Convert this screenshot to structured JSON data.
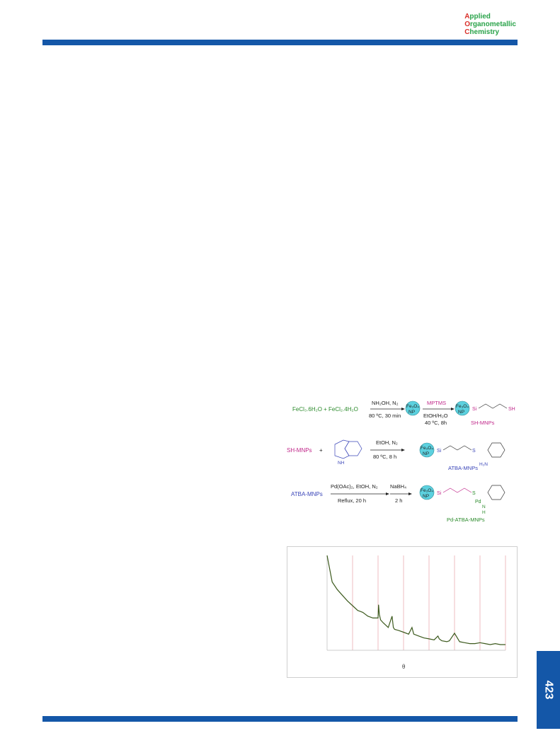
{
  "header": {
    "journal_logo": [
      "Applied",
      "Organometallic",
      "Chemistry"
    ]
  },
  "scheme": {
    "row1": {
      "reactants": "FeCl₃.6H₂O + FeCl₂.4H₂O",
      "step1_top": "NH₂OH, N₂",
      "step1_bottom": "80 ºC, 30 min",
      "np_label_top": "Fe₃O₄",
      "np_label_bottom": "NP",
      "step2_top": "MPTMS",
      "step2_bottom1": "EtOH/H₂O",
      "step2_bottom2": "40 ºC, 8h",
      "product_label": "SH-MNPs",
      "sh": "SH",
      "si": "Si"
    },
    "row2": {
      "reactant": "SH-MNPs",
      "plus": "+",
      "step_top": "EtOH, N₂",
      "step_bottom": "80 ºC, 8 h",
      "product_label": "ATBA-MNPs",
      "amine": "H₂N",
      "s": "S",
      "nh": "NH"
    },
    "row3": {
      "reactant": "ATBA-MNPs",
      "step1_top": "Pd(OAc)₂, EtOH, N₂",
      "step1_bottom": "Reflux, 20 h",
      "step2_top": "NaBH₄",
      "step2_bottom": "2 h",
      "pd": "Pd",
      "nh": "N",
      "h": "H",
      "product_label": "Pd-ATBA-MNPs"
    }
  },
  "figure": {
    "xlabel": "θ"
  },
  "chart_data": {
    "type": "line",
    "title": "",
    "xlabel": "θ",
    "ylabel": "",
    "grid": "vertical lines",
    "series": [
      {
        "color": "#3d5a1e",
        "x": [
          10,
          12,
          14,
          16,
          18,
          20,
          22,
          24,
          26,
          28,
          30,
          30.2,
          30.5,
          31,
          32,
          34,
          35.5,
          36,
          36.5,
          38,
          40,
          42,
          43.3,
          44,
          46,
          48,
          50,
          52,
          53.5,
          54,
          55,
          57,
          58,
          60,
          62,
          64,
          66,
          68,
          70,
          72,
          74,
          76,
          78,
          80
        ],
        "y": [
          100,
          72,
          64,
          58,
          52,
          47,
          42,
          40,
          36,
          34,
          34,
          48,
          38,
          32,
          29,
          24,
          36,
          24,
          22,
          21,
          19,
          17,
          24,
          17,
          15,
          13,
          12,
          11,
          15,
          12,
          10,
          9,
          10,
          18,
          9,
          8,
          7,
          7,
          8,
          7,
          6,
          7,
          6,
          6
        ]
      }
    ]
  }
}
